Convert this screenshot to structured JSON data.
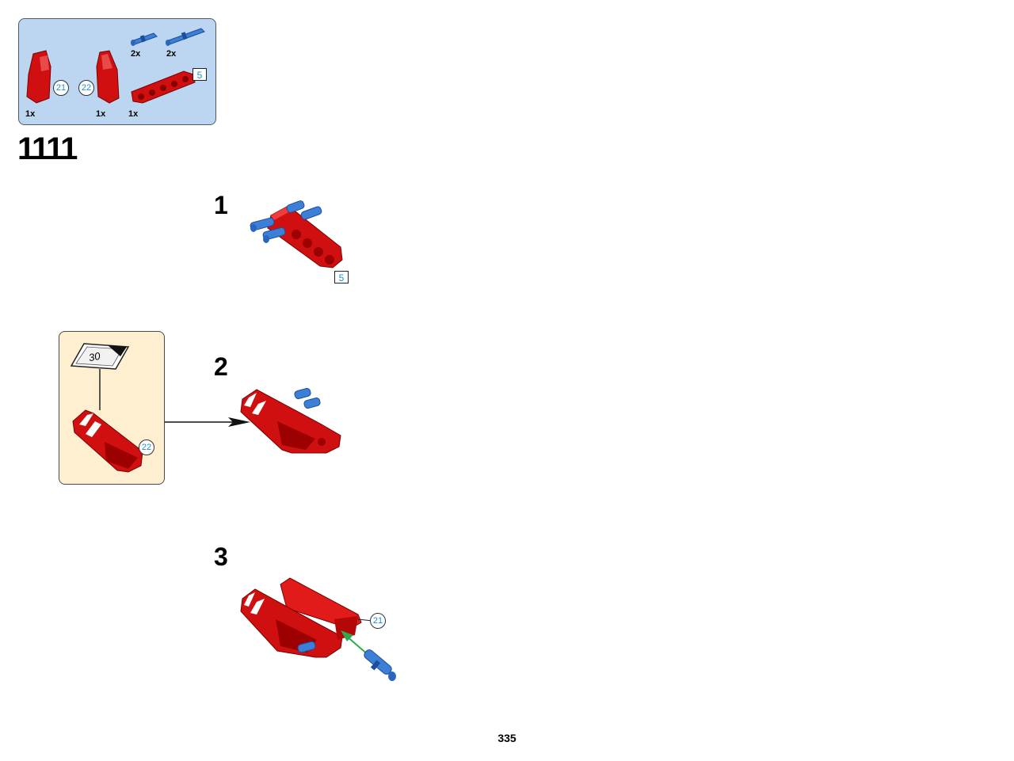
{
  "parts_list": {
    "items": [
      {
        "qty": "1x",
        "callout": "21",
        "part": "red-panel-left"
      },
      {
        "qty": "1x",
        "callout": "22",
        "part": "red-panel-right"
      },
      {
        "qty": "1x",
        "length": "5",
        "part": "red-beam"
      },
      {
        "qty": "2x",
        "part": "blue-pin-short"
      },
      {
        "qty": "2x",
        "part": "blue-axle-pin"
      }
    ]
  },
  "page_title": "1111",
  "steps": [
    {
      "number": "1",
      "length_label": "5"
    },
    {
      "number": "2",
      "sub_sticker": "30",
      "sub_callout": "22"
    },
    {
      "number": "3",
      "callout": "21"
    }
  ],
  "page_number": "335",
  "colors": {
    "brick_red": "#d01010",
    "pin_blue": "#3d7fd6",
    "arrow_green": "#2fa84f",
    "parts_bg": "#bcd6f1",
    "sub_bg": "#fdefd0"
  }
}
